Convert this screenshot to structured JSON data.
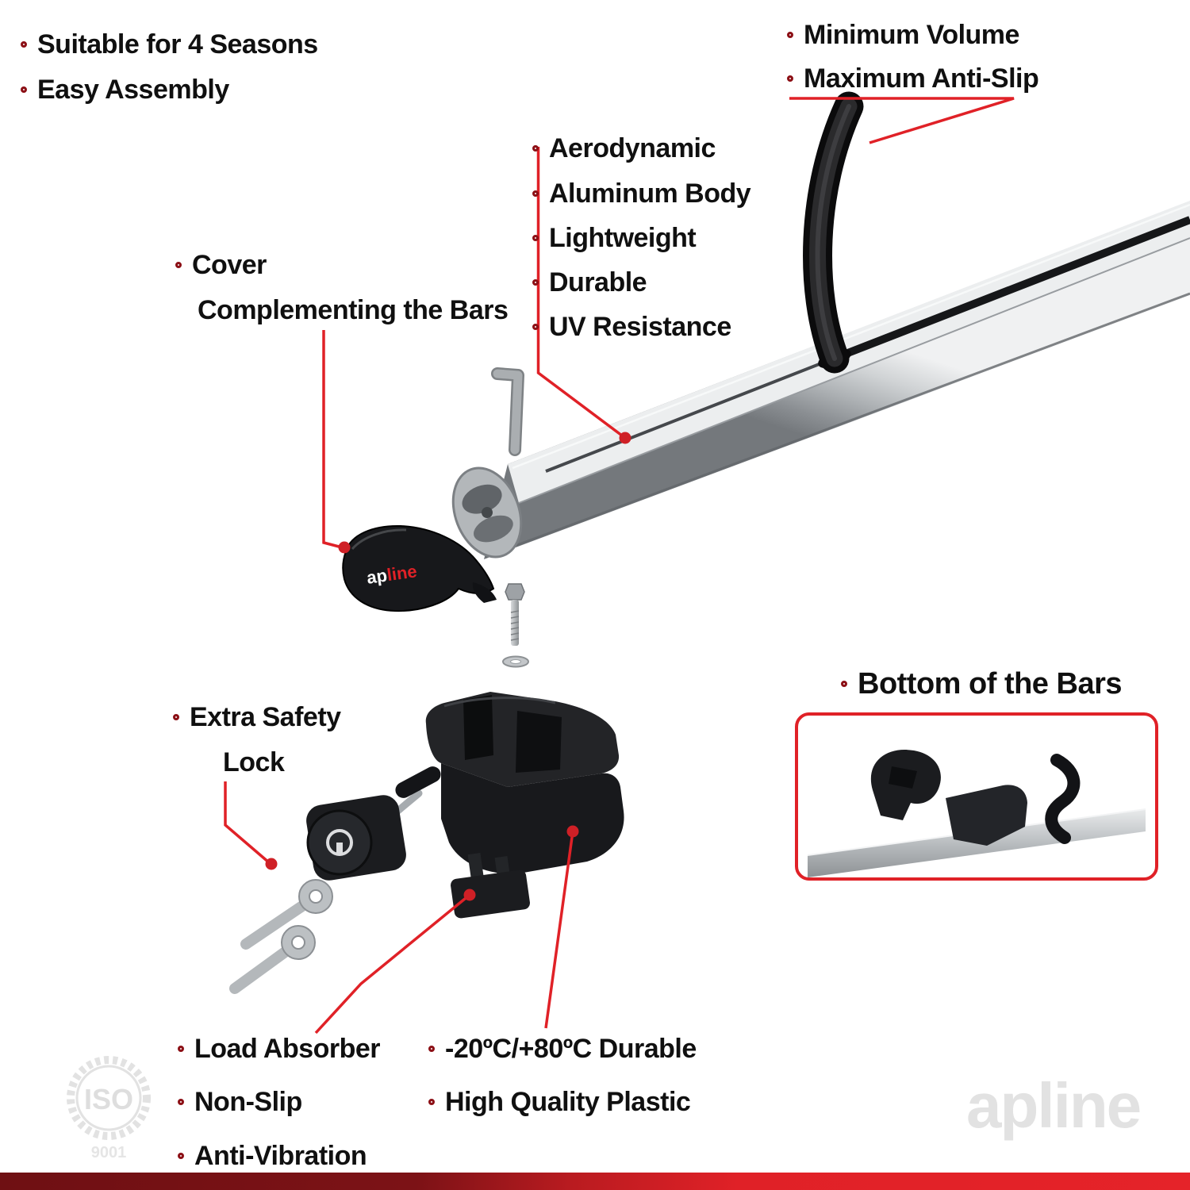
{
  "colors": {
    "accent": "#e02127",
    "bullet_ring": "#8c1016",
    "bar_silver": "#b5b9bc",
    "plastic_black": "#1b1c1f",
    "watermark_gray": "#e2e2e2"
  },
  "labels": {
    "top_left": [
      "Suitable for 4 Seasons",
      "Easy Assembly"
    ],
    "top_right": [
      "Minimum Volume",
      "Maximum Anti-Slip"
    ],
    "features": [
      "Aerodynamic",
      "Aluminum Body",
      "Lightweight",
      "Durable",
      "UV Resistance"
    ],
    "cover_line1": "Cover",
    "cover_line2": "Complementing the Bars",
    "lock_line1": "Extra Safety",
    "lock_line2": "Lock",
    "bottom_bars_title": "Bottom of the Bars",
    "bottom_left": [
      "Load Absorber",
      "Non-Slip",
      "Anti-Vibration"
    ],
    "bottom_mid": [
      "-20ºC/+80ºC Durable",
      "High Quality Plastic"
    ]
  },
  "brand": {
    "cover_logo_prefix": "ap",
    "cover_logo_suffix": "line",
    "watermark": "apline",
    "iso_text": "ISO",
    "iso_number": "9001"
  }
}
